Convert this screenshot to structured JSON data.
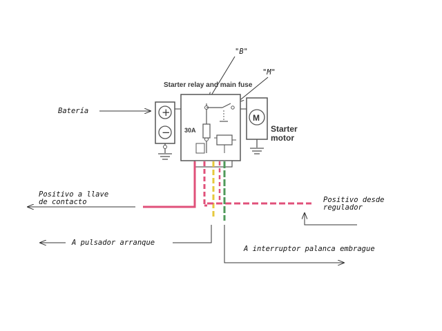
{
  "diagram": {
    "labels": {
      "b_terminal": "\"B\"",
      "m_terminal": "\"M\"",
      "relay_title": "Starter relay and main fuse",
      "battery": "Batería",
      "fuse_rating": "30A",
      "motor_symbol": "M",
      "starter_line1": "Starter",
      "starter_line2": "motor",
      "battery_plus": "+",
      "battery_minus": "−",
      "ignition_line1": "Positivo a llave",
      "ignition_line2": "de contacto",
      "regulator_line1": "Positivo desde",
      "regulator_line2": "regulador",
      "start_button": "A pulsador arranque",
      "clutch_switch": "A interruptor palanca embrague"
    },
    "colors": {
      "red_wire": "#e0507a",
      "yellow_wire": "#e6c83c",
      "green_wire": "#4f9a5a",
      "arrow": "#333333",
      "print": "#555555"
    }
  }
}
